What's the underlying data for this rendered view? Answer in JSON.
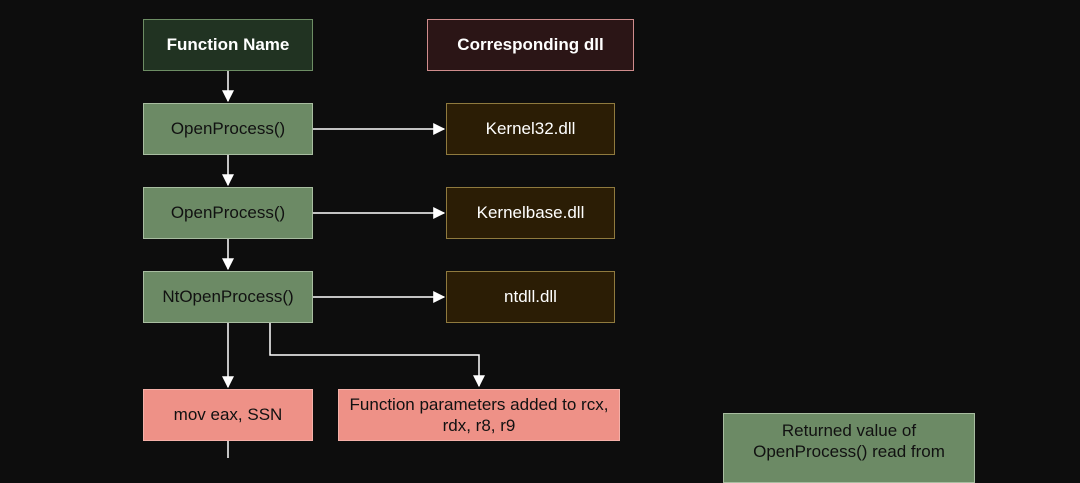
{
  "diagram": {
    "headers": {
      "function_name": "Function Name",
      "corresponding_dll": "Corresponding dll"
    },
    "rows": [
      {
        "function": "OpenProcess()",
        "dll": "Kernel32.dll"
      },
      {
        "function": "OpenProcess()",
        "dll": "Kernelbase.dll"
      },
      {
        "function": "NtOpenProcess()",
        "dll": "ntdll.dll"
      }
    ],
    "syscall_step": "mov eax, SSN",
    "params_step": "Function parameters added to rcx, rdx, r8, r9",
    "return_note": "Returned value of OpenProcess() read from"
  }
}
